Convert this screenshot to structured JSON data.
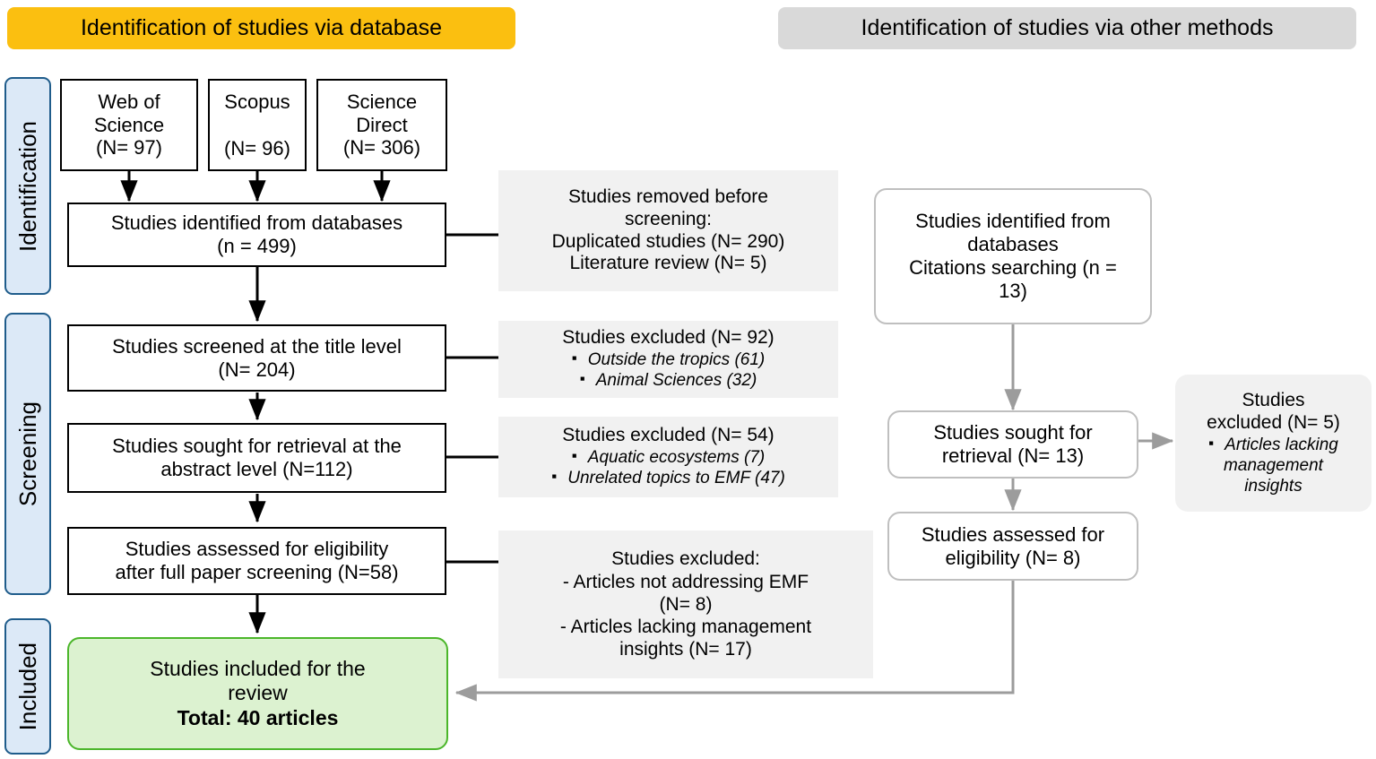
{
  "headers": {
    "database": "Identification of studies via database",
    "other": "Identification of studies via other methods"
  },
  "stages": [
    {
      "key": "identification",
      "label": "Identification"
    },
    {
      "key": "screening",
      "label": "Screening"
    },
    {
      "key": "included",
      "label": "Included"
    }
  ],
  "sources": [
    {
      "name": "Web of Science",
      "line1": "Web of",
      "line2": "Science",
      "count": "(N= 97)"
    },
    {
      "name": "Scopus",
      "line1": "Scopus",
      "line2": "",
      "count": "(N= 96)"
    },
    {
      "name": "Science Direct",
      "line1": "Science",
      "line2": "Direct",
      "count": "(N= 306)"
    }
  ],
  "left_flow": {
    "identified": {
      "line1": "Studies identified from databases",
      "line2": "(n = 499)"
    },
    "title_screened": {
      "line1": "Studies screened at the title level",
      "line2": "(N= 204)"
    },
    "abstract_sought": {
      "line1": "Studies sought for retrieval at the",
      "line2": "abstract level (N=112)"
    },
    "eligibility": {
      "line1": "Studies assessed for eligibility",
      "line2": "after full paper screening  (N=58)"
    },
    "included": {
      "line1": "Studies included for the",
      "line2": "review",
      "line3": "Total: 40 articles"
    }
  },
  "left_excluded": {
    "removed_before_screening": {
      "line1": "Studies removed before",
      "line2": "screening:",
      "line3": "Duplicated studies (N= 290)",
      "line4": "Literature review (N= 5)"
    },
    "excluded_title": {
      "heading": "Studies excluded (N= 92)",
      "items": [
        "Outside the tropics (61)",
        "Animal Sciences (32)"
      ]
    },
    "excluded_abstract": {
      "heading": "Studies excluded (N= 54)",
      "items": [
        "Aquatic ecosystems (7)",
        "Unrelated topics to EMF (47)"
      ]
    },
    "excluded_fulltext": {
      "heading": "Studies excluded:",
      "items": [
        "-    Articles not addressing EMF",
        "(N= 8)",
        "- Articles lacking management",
        "insights (N= 17)"
      ]
    }
  },
  "right_flow": {
    "identified_other": {
      "line1": "Studies identified from",
      "line2": "databases",
      "line3": "Citations searching (n =",
      "line4": "13)"
    },
    "sought": {
      "line1": "Studies sought for",
      "line2": "retrieval (N= 13)"
    },
    "assessed": {
      "line1": "Studies assessed for",
      "line2": "eligibility (N= 8)"
    },
    "excluded": {
      "line1": "Studies",
      "line2": "excluded (N= 5)",
      "items": [
        "Articles lacking management insights"
      ]
    }
  },
  "colors": {
    "banner_database": "#FBBF10",
    "banner_other": "#D9D9D9",
    "stage_tab_fill": "#DCE9F7",
    "stage_tab_border": "#1F5C8B",
    "gray_box_fill": "#F1F1F1",
    "included_fill": "#DCF2D0",
    "included_border": "#4BB62A",
    "round_border": "#BFBFBF",
    "arrow_black": "#000000",
    "arrow_gray": "#9C9C9C"
  }
}
